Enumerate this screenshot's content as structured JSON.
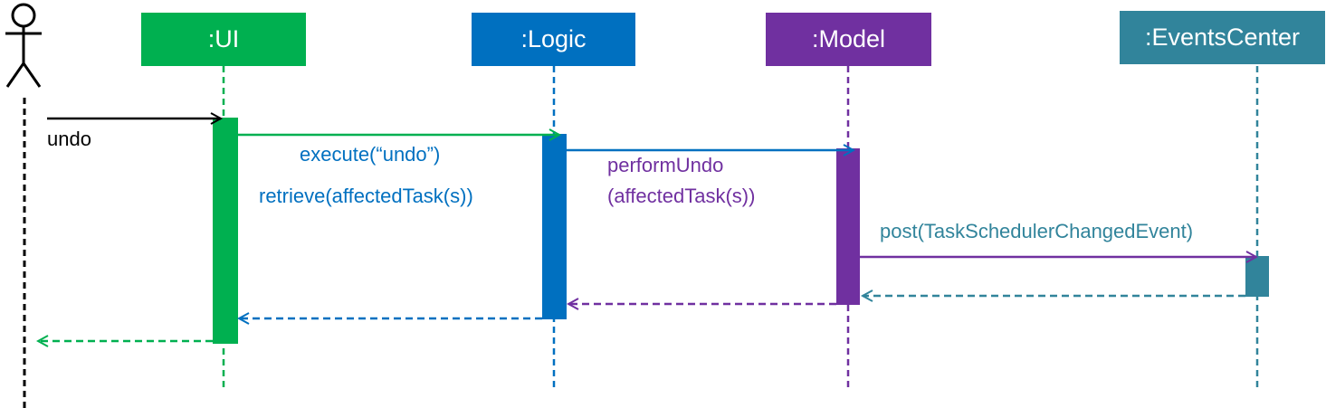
{
  "participants": {
    "ui": {
      "label": ":UI",
      "color": "#00b050"
    },
    "logic": {
      "label": ":Logic",
      "color": "#0070c0"
    },
    "model": {
      "label": ":Model",
      "color": "#7030a0"
    },
    "events": {
      "label": ":EventsCenter",
      "color": "#31849b"
    }
  },
  "actor": {
    "color": "#000000"
  },
  "messages": {
    "undo": "undo",
    "execute": "execute(“undo”)",
    "retrieve": "retrieve(affectedTask(s))",
    "perform_line1": "performUndo",
    "perform_line2": "(affectedTask(s))",
    "post": "post(TaskSchedulerChangedEvent)"
  }
}
